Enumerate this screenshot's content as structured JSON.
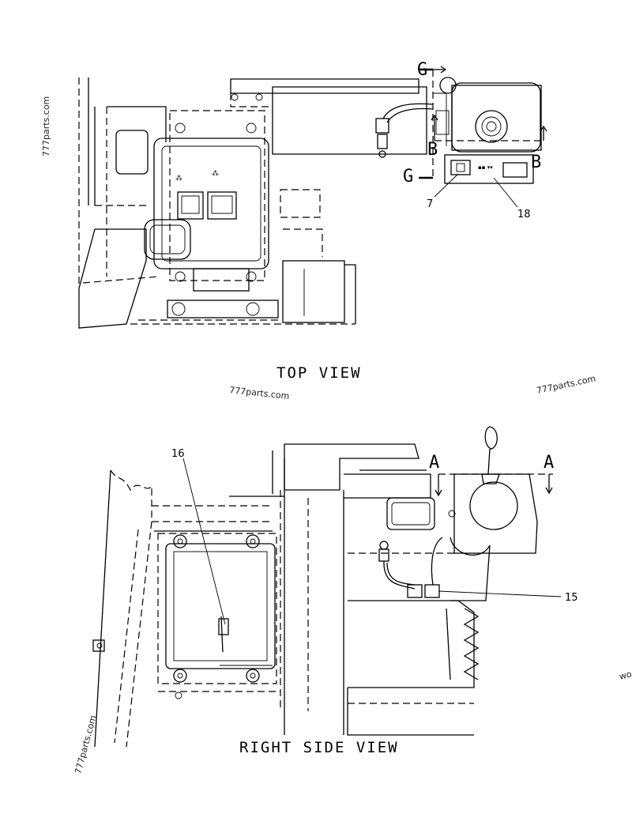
{
  "views": {
    "top": {
      "title": "TOP VIEW"
    },
    "side": {
      "title": "RIGHT SIDE VIEW"
    }
  },
  "callouts": {
    "c7": "7",
    "c18": "18",
    "c16": "16",
    "c15": "15"
  },
  "sections": {
    "g_top": "G",
    "g_bottom": "G",
    "b_left": "B",
    "b_right": "B",
    "a_left": "A",
    "a_right": "A"
  },
  "watermarks": {
    "w1": "777parts.com",
    "w2": "777parts.com",
    "w3": "777parts.com",
    "w4": "777parts.com",
    "w5": "wo"
  }
}
